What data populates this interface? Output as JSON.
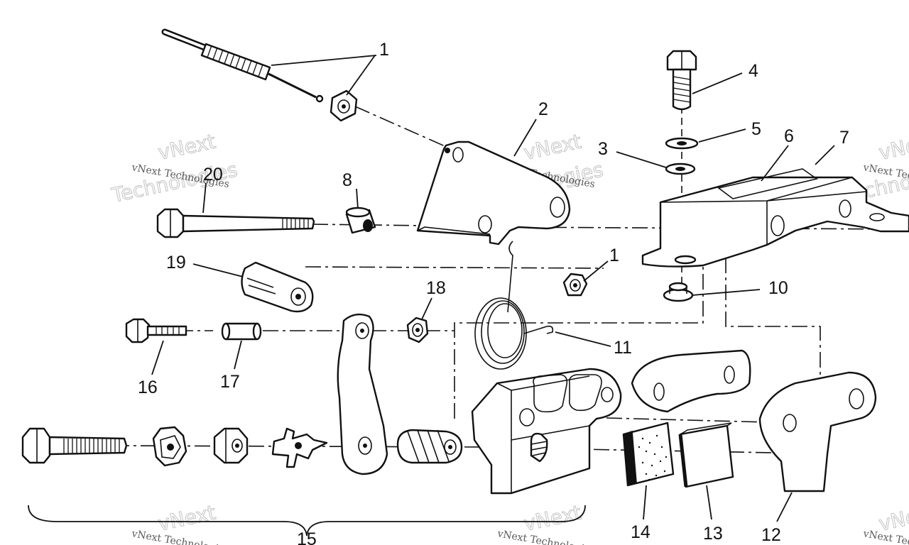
{
  "diagram": {
    "callouts": [
      {
        "id": "c1a",
        "text": "1"
      },
      {
        "id": "c2",
        "text": "2"
      },
      {
        "id": "c3",
        "text": "3"
      },
      {
        "id": "c4",
        "text": "4"
      },
      {
        "id": "c5",
        "text": "5"
      },
      {
        "id": "c6",
        "text": "6"
      },
      {
        "id": "c7",
        "text": "7"
      },
      {
        "id": "c8",
        "text": "8"
      },
      {
        "id": "c20",
        "text": "20"
      },
      {
        "id": "c19",
        "text": "19"
      },
      {
        "id": "c1b",
        "text": "1"
      },
      {
        "id": "c18",
        "text": "18"
      },
      {
        "id": "c10",
        "text": "10"
      },
      {
        "id": "c11",
        "text": "11"
      },
      {
        "id": "c16",
        "text": "16"
      },
      {
        "id": "c17",
        "text": "17"
      },
      {
        "id": "c15",
        "text": "15"
      },
      {
        "id": "c14",
        "text": "14"
      },
      {
        "id": "c13",
        "text": "13"
      },
      {
        "id": "c12",
        "text": "12"
      }
    ],
    "watermark": {
      "line1": "vNext Technologies",
      "line2": "vNext",
      "line3": "Technologies"
    }
  }
}
